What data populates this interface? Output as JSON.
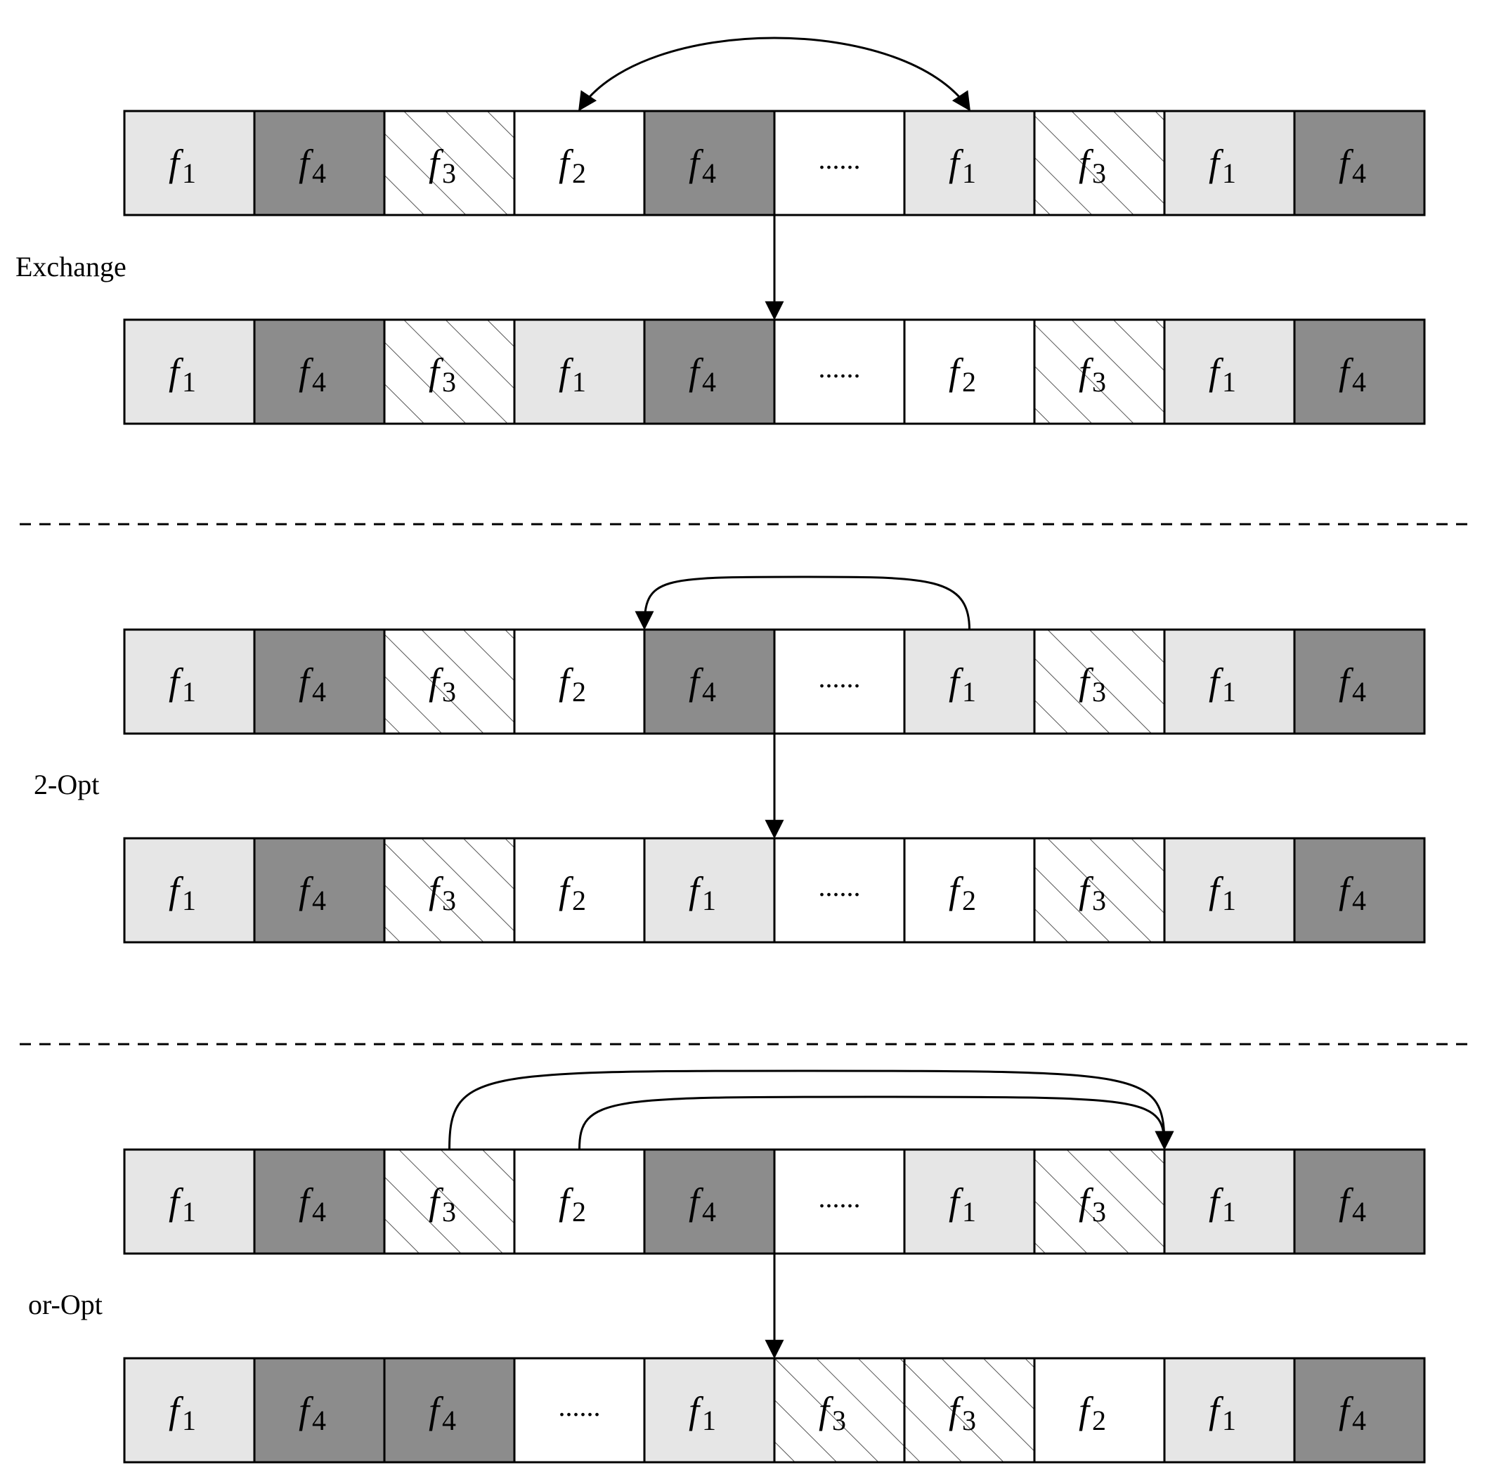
{
  "colors": {
    "f1": "#e6e6e6",
    "f4": "#8c8c8c",
    "f2": "#ffffff",
    "f3": "#ffffff",
    "dots": "#ffffff",
    "stroke": "#000000",
    "hatch": "#555555",
    "divider": "#000000"
  },
  "sections": [
    {
      "label": "Exchange",
      "rows": [
        [
          "f1",
          "f4",
          "f3",
          "f2",
          "f4",
          "dots",
          "f1",
          "f3",
          "f1",
          "f4"
        ],
        [
          "f1",
          "f4",
          "f3",
          "f1",
          "f4",
          "dots",
          "f2",
          "f3",
          "f1",
          "f4"
        ]
      ],
      "arrows": [
        {
          "kind": "double",
          "from": 3,
          "to": 6
        },
        {
          "kind": "down",
          "at": 5
        }
      ]
    },
    {
      "label": "2-Opt",
      "rows": [
        [
          "f1",
          "f4",
          "f3",
          "f2",
          "f4",
          "dots",
          "f1",
          "f3",
          "f1",
          "f4"
        ],
        [
          "f1",
          "f4",
          "f3",
          "f2",
          "f1",
          "dots",
          "f2",
          "f3",
          "f1",
          "f4"
        ]
      ],
      "arrows": [
        {
          "kind": "single",
          "from": 6,
          "to": 4
        },
        {
          "kind": "down",
          "at": 5
        }
      ]
    },
    {
      "label": "or-Opt",
      "rows": [
        [
          "f1",
          "f4",
          "f3",
          "f2",
          "f4",
          "dots",
          "f1",
          "f3",
          "f1",
          "f4"
        ],
        [
          "f1",
          "f4",
          "f4",
          "dots",
          "f1",
          "f3",
          "f3",
          "f2",
          "f1",
          "f4"
        ]
      ],
      "arrows": [
        {
          "kind": "single",
          "from": 2,
          "to": 8
        },
        {
          "kind": "single",
          "from": 3,
          "to": 8
        },
        {
          "kind": "down",
          "at": 5
        }
      ]
    }
  ],
  "cell_text": {
    "f1": {
      "base": "f",
      "sub": "1"
    },
    "f2": {
      "base": "f",
      "sub": "2"
    },
    "f3": {
      "base": "f",
      "sub": "3"
    },
    "f4": {
      "base": "f",
      "sub": "4"
    },
    "dots": {
      "base": "......",
      "sub": ""
    }
  }
}
